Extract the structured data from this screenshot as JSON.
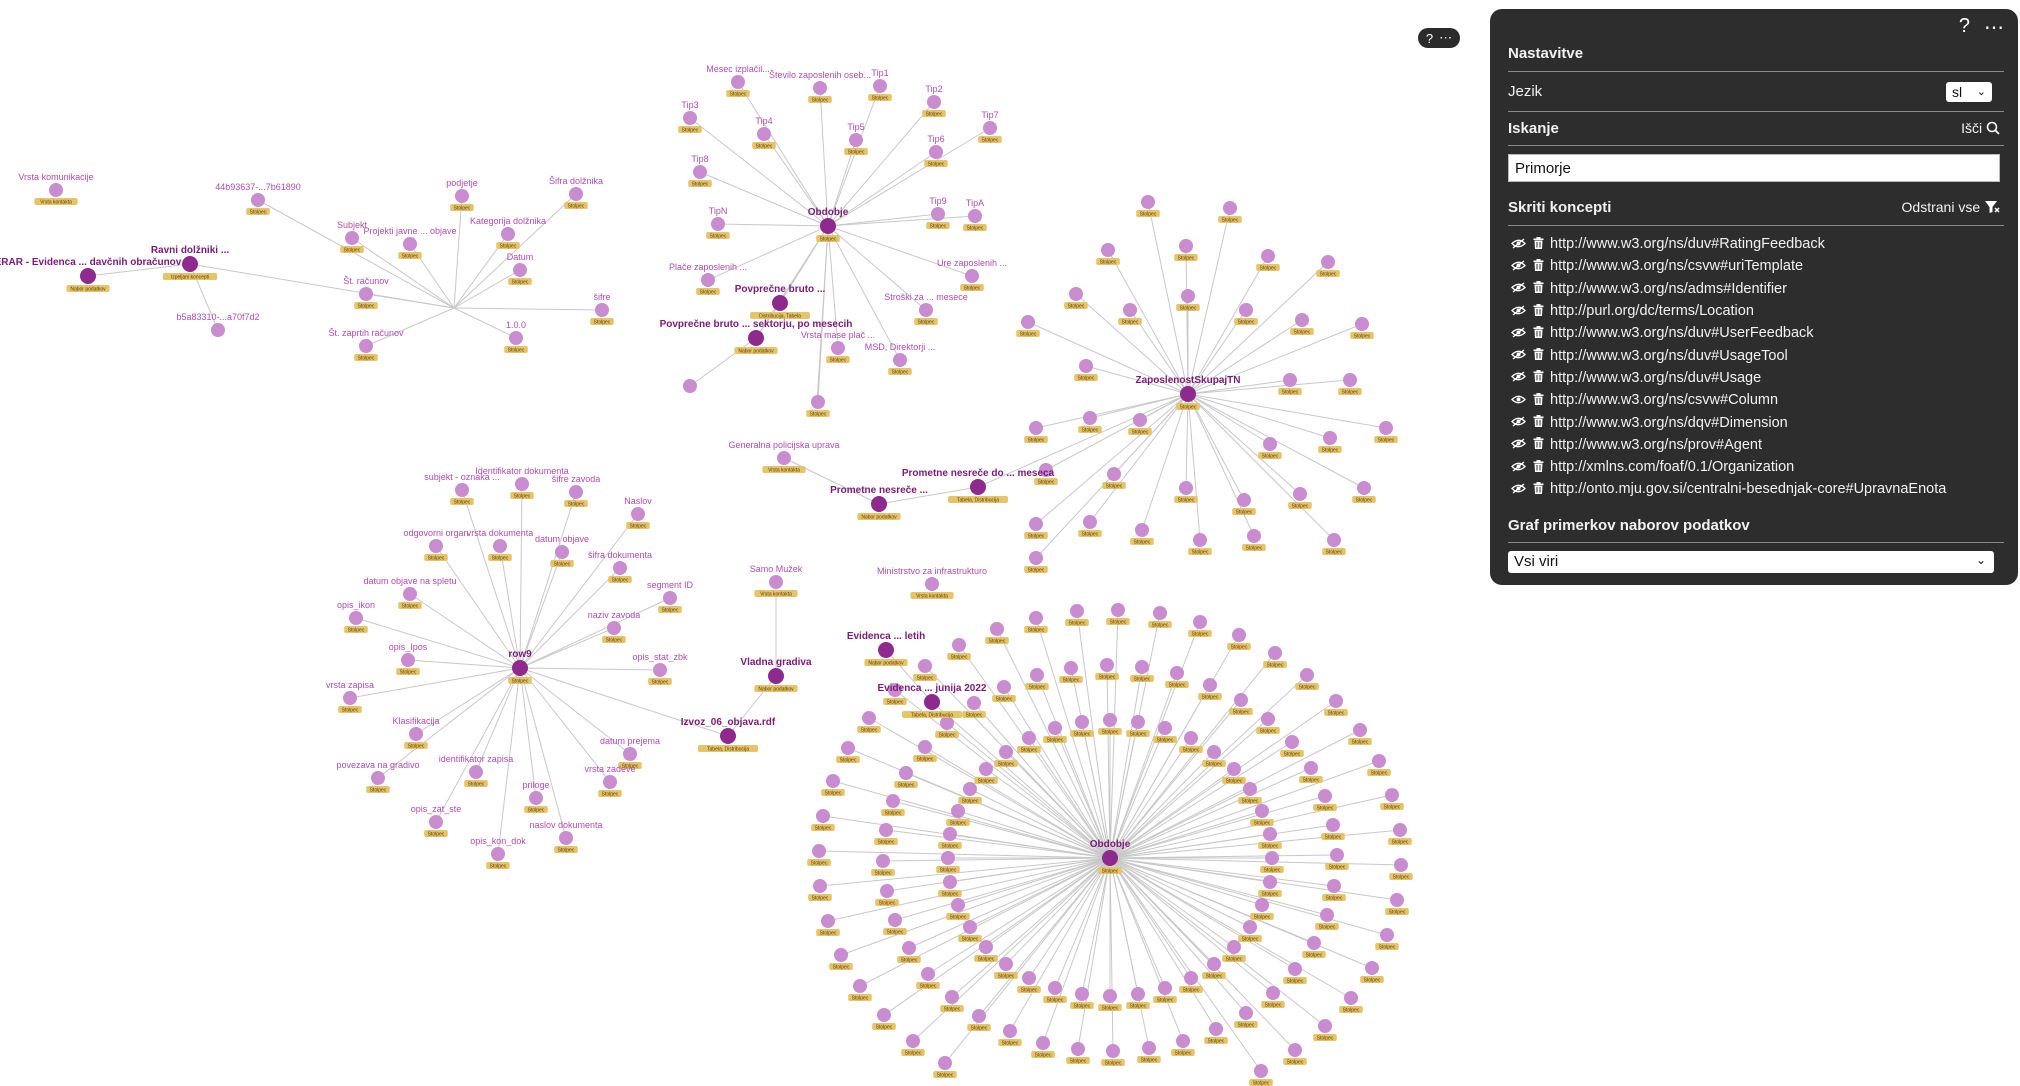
{
  "toolbar": {
    "help": "?",
    "more": "⋯"
  },
  "panel": {
    "help_icon": "?",
    "more_icon": "⋯",
    "settings_title": "Nastavitve",
    "language_label": "Jezik",
    "language_value": "sl",
    "search_title": "Iskanje",
    "search_button": "Išči",
    "search_value": "Primorje",
    "hidden_title": "Skriti koncepti",
    "remove_all": "Odstrani vse",
    "hidden_concepts": [
      "http://www.w3.org/ns/duv#RatingFeedback",
      "http://www.w3.org/ns/csvw#uriTemplate",
      "http://www.w3.org/ns/adms#Identifier",
      "http://purl.org/dc/terms/Location",
      "http://www.w3.org/ns/duv#UserFeedback",
      "http://www.w3.org/ns/duv#UsageTool",
      "http://www.w3.org/ns/duv#Usage",
      "http://www.w3.org/ns/csvw#Column",
      "http://www.w3.org/ns/dqv#Dimension",
      "http://www.w3.org/ns/prov#Agent",
      "http://xmlns.com/foaf/0.1/Organization",
      "http://onto.mju.gov.si/centralni-besednjak-core#UpravnaEnota"
    ],
    "graph_title": "Graf primerkov naborov podatkov",
    "graph_source_value": "Vsi viri"
  },
  "graph": {
    "colors": {
      "hub": "#8e2a8e",
      "leaf": "#c98cd0",
      "edge": "#c8c8c8",
      "tag": "#e6c46a"
    },
    "hubs": [
      {
        "label": "Obdobje",
        "tag": "Stolpec"
      },
      {
        "label": "ZaposlenostSkupajTN",
        "tag": "Stolpec"
      },
      {
        "label": "Ravni dolžniki ...",
        "tag": "Izpeljani koncepti"
      },
      {
        "label": "row9",
        "tag": "Stolpec"
      },
      {
        "label": "Vladna gradiva",
        "tag": "Nabor podatkov"
      },
      {
        "label": "Izvoz_06_objava.rdf",
        "tag": "Tabela, Distribucija"
      },
      {
        "label": "Povprečne bruto ...",
        "tag": "Distribucija, Tabela"
      },
      {
        "label": "Povprečne bruto ... sektorju, po mesecih",
        "tag": "Nabor podatkov"
      },
      {
        "label": "Prometne nesreče ...",
        "tag": "Nabor podatkov"
      },
      {
        "label": "Prometne nesreče do ... meseca",
        "tag": "Tabela, Distribucija"
      },
      {
        "label": "ERAR - Evidenca ... davčnih obračunov",
        "tag": "Nabor podatkov"
      },
      {
        "label": "Evidenca ... letih",
        "tag": "Nabor podatkov"
      },
      {
        "label": "Evidenca ... junija 2022",
        "tag": "Tabela, Distribucija"
      }
    ],
    "leaves_a": [
      "Mesec izplačil...",
      "Število zaposlenih oseb...",
      "Tip1",
      "Tip2",
      "Tip3",
      "Tip4",
      "Tip5",
      "Tip6",
      "Tip7",
      "Tip8",
      "Tip9",
      "TipA",
      "TipN",
      "Ure zaposlenih ...",
      "Stroški za ... mesece",
      "Plače zaposlenih ...",
      "Vrsta mase plač ...",
      "MSD, Direktorji ..."
    ],
    "leaves_b": [
      "Subjekt",
      "Projekti javne ... objave",
      "podjetje",
      "Kategorija dolžnika",
      "Šifra dolžnika",
      "Št. računov",
      "Št. zaprtih računov",
      "Datum",
      "šifre",
      "1.0.0",
      "44b93637-...7b61890",
      "b5a83310-...a70f7d2"
    ],
    "leaves_c": [
      "šifre zavoda",
      "subjekt - oznaka ...",
      "Identifikator dokumenta",
      "Naslov",
      "odgovorni organ",
      "vrsta dokumenta",
      "datum objave",
      "šifra dokumenta",
      "segment ID",
      "naziv zavoda",
      "datum objave na spletu",
      "opis_ikon",
      "opis_Ipos",
      "opis_stat_zbk",
      "vrsta zapisa",
      "Klasifikacija",
      "datum prejema",
      "identifikator zapisa",
      "povezava na gradivo",
      "vrsta zadeve",
      "opis_zat_ste",
      "priloge",
      "naslov dokumenta",
      "opis_kon_dok",
      "Samo Mužek"
    ],
    "other_labels": {
      "ministry": "Ministrstvo za infrastrukturo",
      "generic": "Generalna policijska uprava",
      "orphan": "Vrsta komunikacije",
      "leaf_tag": "Stolpec",
      "mini_tag": "Vrsta kontakta"
    }
  }
}
